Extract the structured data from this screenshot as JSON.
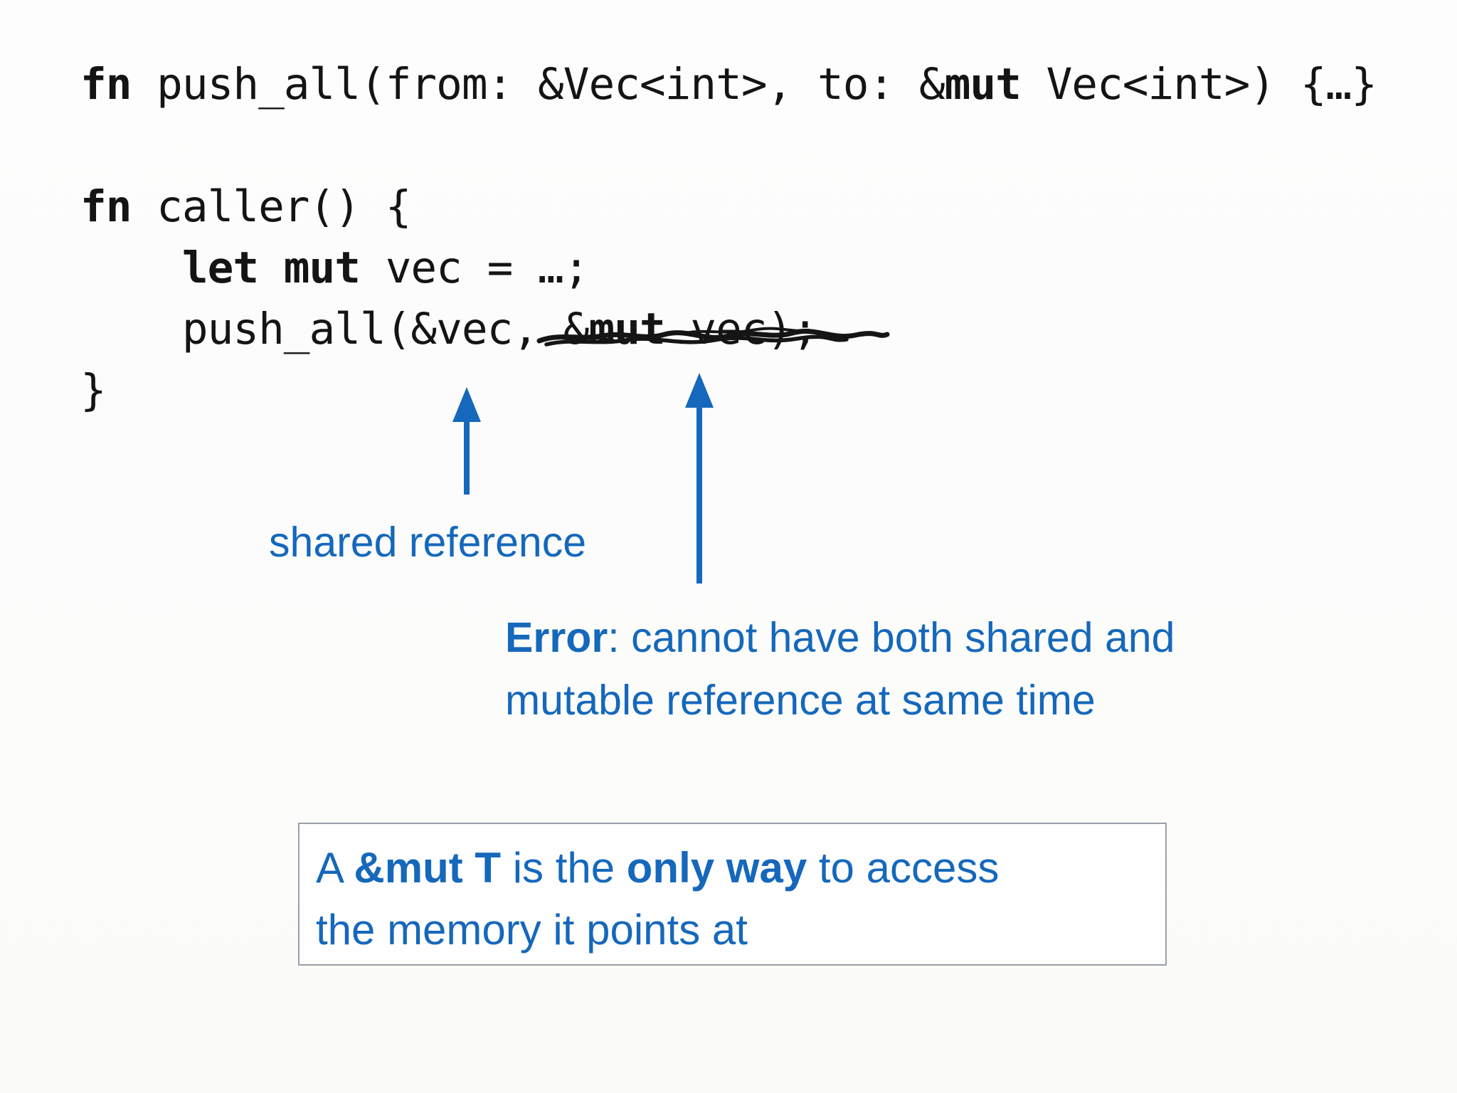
{
  "slide": {
    "title": "Rust shared vs mutable references (borrowing error)",
    "colors": {
      "accent_blue": "#1568bb",
      "code_text": "#141414",
      "box_border": "#9aa0a8",
      "background": "#fdfdfd"
    }
  },
  "code": {
    "language": "rust-like pseudocode",
    "lines": [
      {
        "segments": [
          {
            "t": "fn",
            "b": true
          },
          {
            "t": " push_all(from: &Vec<int>, to: &",
            "b": false
          },
          {
            "t": "mut",
            "b": true
          },
          {
            "t": " Vec<int>) {…}",
            "b": false
          }
        ]
      },
      {
        "segments": []
      },
      {
        "segments": [
          {
            "t": "fn",
            "b": true
          },
          {
            "t": " caller() {",
            "b": false
          }
        ]
      },
      {
        "segments": [
          {
            "t": "    ",
            "b": false
          },
          {
            "t": "let mut",
            "b": true
          },
          {
            "t": " vec = …;",
            "b": false
          }
        ]
      },
      {
        "segments": [
          {
            "t": "    push_all(&vec, &",
            "b": false
          },
          {
            "t": "mut",
            "b": true
          },
          {
            "t": " vec);",
            "b": false
          }
        ]
      },
      {
        "segments": [
          {
            "t": "}",
            "b": false
          }
        ]
      }
    ],
    "struck_out_text": "&mut vec);"
  },
  "annotations": {
    "shared_reference_label": "shared reference",
    "error_line1_bold": "Error",
    "error_line1_rest": ": cannot have both shared and",
    "error_line2": "mutable reference at same time"
  },
  "callout_box": {
    "line1_segments": [
      {
        "t": "A ",
        "b": false
      },
      {
        "t": "&mut T",
        "b": true
      },
      {
        "t": " is the ",
        "b": false
      },
      {
        "t": "only way",
        "b": true
      },
      {
        "t": " to access",
        "b": false
      }
    ],
    "line2": "the memory it points at"
  }
}
